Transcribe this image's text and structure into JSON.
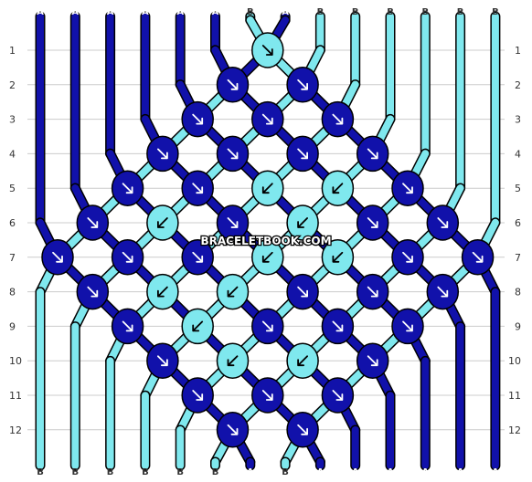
{
  "colors": {
    "A": "#1111aa",
    "B": "#7fe8ee",
    "outline": "#000000",
    "gridline": "#cccccc",
    "background": "#ffffff"
  },
  "threads_top": [
    "A",
    "A",
    "A",
    "A",
    "A",
    "A",
    "B",
    "A",
    "B",
    "B",
    "B",
    "B",
    "B",
    "B"
  ],
  "threads_bottom": [
    "B",
    "B",
    "B",
    "B",
    "B",
    "B",
    "A",
    "B",
    "A",
    "A",
    "A",
    "A",
    "A",
    "A"
  ],
  "row_labels": [
    "1",
    "2",
    "3",
    "4",
    "5",
    "6",
    "7",
    "8",
    "9",
    "10",
    "11",
    "12"
  ],
  "watermark": "BRACELETBOOK.COM",
  "knots": [
    {
      "row": 1,
      "col": 6,
      "color": "B",
      "arrow": "down-right"
    },
    {
      "row": 2,
      "col": 5,
      "color": "A",
      "arrow": "down-right"
    },
    {
      "row": 2,
      "col": 7,
      "color": "A",
      "arrow": "down-right"
    },
    {
      "row": 3,
      "col": 4,
      "color": "A",
      "arrow": "down-right"
    },
    {
      "row": 3,
      "col": 6,
      "color": "A",
      "arrow": "down-right"
    },
    {
      "row": 3,
      "col": 8,
      "color": "A",
      "arrow": "down-right"
    },
    {
      "row": 4,
      "col": 3,
      "color": "A",
      "arrow": "down-right"
    },
    {
      "row": 4,
      "col": 5,
      "color": "A",
      "arrow": "down-right"
    },
    {
      "row": 4,
      "col": 7,
      "color": "A",
      "arrow": "down-right"
    },
    {
      "row": 4,
      "col": 9,
      "color": "A",
      "arrow": "down-right"
    },
    {
      "row": 5,
      "col": 2,
      "color": "A",
      "arrow": "down-right"
    },
    {
      "row": 5,
      "col": 4,
      "color": "A",
      "arrow": "down-right"
    },
    {
      "row": 5,
      "col": 6,
      "color": "B",
      "arrow": "down-left"
    },
    {
      "row": 5,
      "col": 8,
      "color": "B",
      "arrow": "down-left"
    },
    {
      "row": 5,
      "col": 10,
      "color": "A",
      "arrow": "down-right"
    },
    {
      "row": 6,
      "col": 1,
      "color": "A",
      "arrow": "down-right"
    },
    {
      "row": 6,
      "col": 3,
      "color": "B",
      "arrow": "down-left"
    },
    {
      "row": 6,
      "col": 5,
      "color": "A",
      "arrow": "down-right"
    },
    {
      "row": 6,
      "col": 7,
      "color": "B",
      "arrow": "down-left"
    },
    {
      "row": 6,
      "col": 9,
      "color": "A",
      "arrow": "down-right"
    },
    {
      "row": 6,
      "col": 11,
      "color": "A",
      "arrow": "down-right"
    },
    {
      "row": 7,
      "col": 0,
      "color": "A",
      "arrow": "down-right"
    },
    {
      "row": 7,
      "col": 2,
      "color": "A",
      "arrow": "down-right"
    },
    {
      "row": 7,
      "col": 4,
      "color": "A",
      "arrow": "down-right"
    },
    {
      "row": 7,
      "col": 6,
      "color": "B",
      "arrow": "down-left"
    },
    {
      "row": 7,
      "col": 8,
      "color": "B",
      "arrow": "down-left"
    },
    {
      "row": 7,
      "col": 10,
      "color": "A",
      "arrow": "down-right"
    },
    {
      "row": 7,
      "col": 12,
      "color": "A",
      "arrow": "down-right"
    },
    {
      "row": 8,
      "col": 1,
      "color": "A",
      "arrow": "down-right"
    },
    {
      "row": 8,
      "col": 3,
      "color": "B",
      "arrow": "down-left"
    },
    {
      "row": 8,
      "col": 5,
      "color": "B",
      "arrow": "down-left"
    },
    {
      "row": 8,
      "col": 7,
      "color": "A",
      "arrow": "down-right"
    },
    {
      "row": 8,
      "col": 9,
      "color": "A",
      "arrow": "down-right"
    },
    {
      "row": 8,
      "col": 11,
      "color": "A",
      "arrow": "down-right"
    },
    {
      "row": 9,
      "col": 2,
      "color": "A",
      "arrow": "down-right"
    },
    {
      "row": 9,
      "col": 4,
      "color": "B",
      "arrow": "down-left"
    },
    {
      "row": 9,
      "col": 6,
      "color": "A",
      "arrow": "down-right"
    },
    {
      "row": 9,
      "col": 8,
      "color": "A",
      "arrow": "down-right"
    },
    {
      "row": 9,
      "col": 10,
      "color": "A",
      "arrow": "down-right"
    },
    {
      "row": 10,
      "col": 3,
      "color": "A",
      "arrow": "down-right"
    },
    {
      "row": 10,
      "col": 5,
      "color": "B",
      "arrow": "down-left"
    },
    {
      "row": 10,
      "col": 7,
      "color": "B",
      "arrow": "down-left"
    },
    {
      "row": 10,
      "col": 9,
      "color": "A",
      "arrow": "down-right"
    },
    {
      "row": 11,
      "col": 4,
      "color": "A",
      "arrow": "down-right"
    },
    {
      "row": 11,
      "col": 6,
      "color": "A",
      "arrow": "down-right"
    },
    {
      "row": 11,
      "col": 8,
      "color": "A",
      "arrow": "down-right"
    },
    {
      "row": 12,
      "col": 5,
      "color": "A",
      "arrow": "down-right"
    },
    {
      "row": 12,
      "col": 7,
      "color": "A",
      "arrow": "down-right"
    }
  ]
}
